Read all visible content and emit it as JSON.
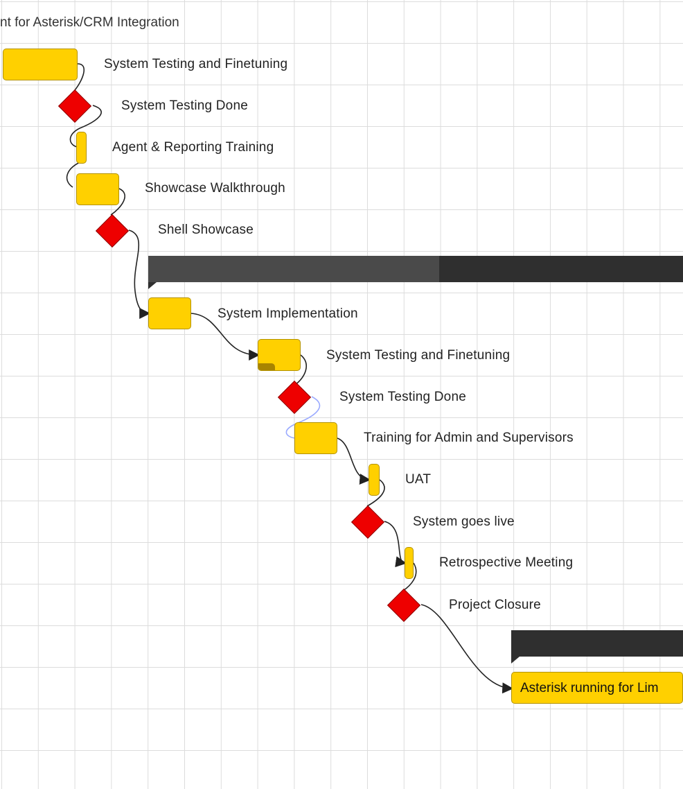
{
  "title": "nt for Asterisk/CRM Integration",
  "colors": {
    "task": "#ffd000",
    "milestone": "#ee0000",
    "summary": "#2f2f2f",
    "summary_progress": "#4a4a4a",
    "grid": "#dcdcdc",
    "link": "#222222",
    "link_selected": "#9aaaff"
  },
  "items": [
    {
      "id": "t1",
      "kind": "task",
      "label": "System Testing and Finetuning"
    },
    {
      "id": "m1",
      "kind": "milestone",
      "label": "System Testing Done"
    },
    {
      "id": "t2",
      "kind": "task",
      "label": "Agent & Reporting Training"
    },
    {
      "id": "t3",
      "kind": "task",
      "label": "Showcase Walkthrough"
    },
    {
      "id": "m2",
      "kind": "milestone",
      "label": "Shell Showcase"
    },
    {
      "id": "s1",
      "kind": "summary",
      "label": ""
    },
    {
      "id": "t4",
      "kind": "task",
      "label": "System Implementation"
    },
    {
      "id": "t5",
      "kind": "task",
      "label": "System Testing and Finetuning"
    },
    {
      "id": "m3",
      "kind": "milestone",
      "label": "System Testing Done"
    },
    {
      "id": "t6",
      "kind": "task",
      "label": "Training for Admin and Supervisors"
    },
    {
      "id": "t7",
      "kind": "task",
      "label": "UAT"
    },
    {
      "id": "m4",
      "kind": "milestone",
      "label": "System goes live"
    },
    {
      "id": "t8",
      "kind": "task",
      "label": "Retrospective Meeting"
    },
    {
      "id": "m5",
      "kind": "milestone",
      "label": "Project Closure"
    },
    {
      "id": "s2",
      "kind": "summary",
      "label": ""
    },
    {
      "id": "t9",
      "kind": "task",
      "label": "Asterisk running for Lim"
    }
  ]
}
